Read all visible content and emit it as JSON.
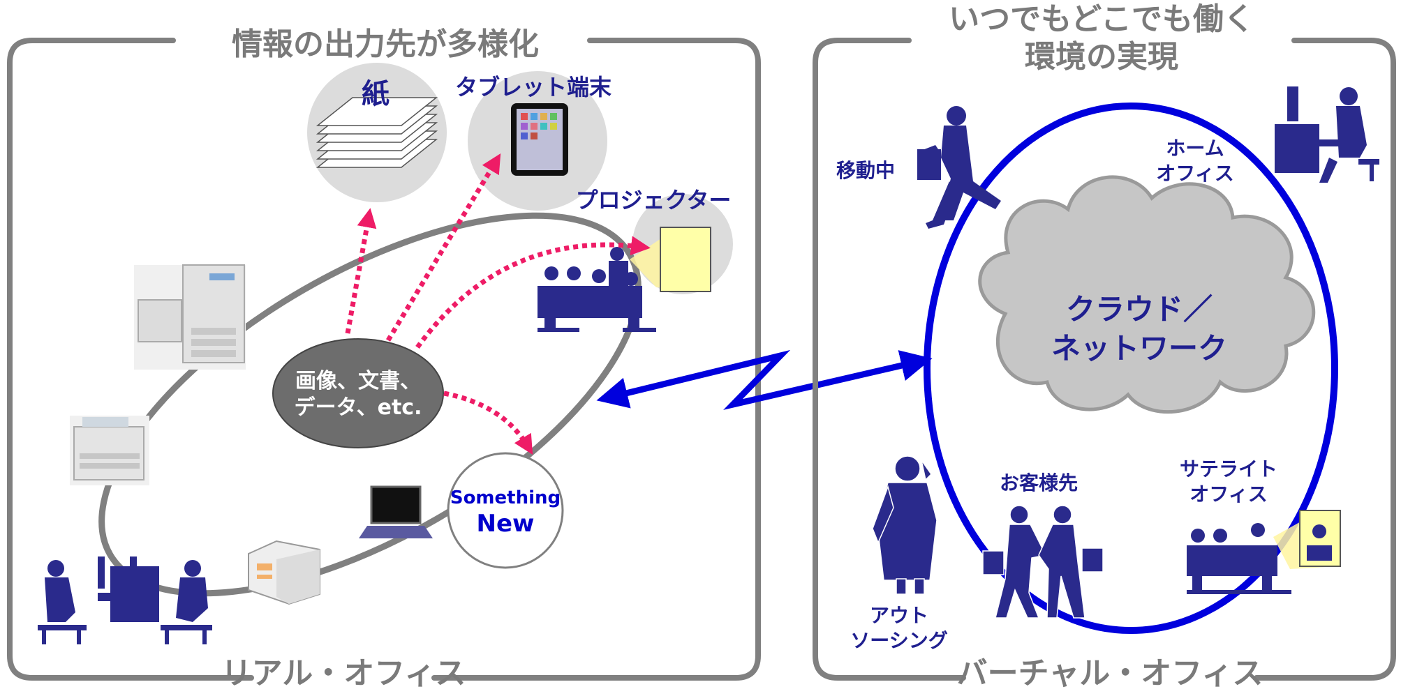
{
  "left_panel": {
    "heading": "情報の出力先が多様化",
    "footer": "リアル・オフィス",
    "outputs": {
      "paper": "紙",
      "tablet": "タブレット端末",
      "projector": "プロジェクター",
      "something_line1": "Something",
      "something_line2": "New"
    },
    "hub_line1": "画像、文書、",
    "hub_line2": "データ、etc."
  },
  "right_panel": {
    "heading_line1": "いつでもどこでも働く",
    "heading_line2": "環境の実現",
    "footer": "バーチャル・オフィス",
    "cloud_line1": "クラウド／",
    "cloud_line2": "ネットワーク",
    "locations": {
      "moving": "移動中",
      "home_line1": "ホーム",
      "home_line2": "オフィス",
      "client": "お客様先",
      "satellite_line1": "サテライト",
      "satellite_line2": "オフィス",
      "outsourcing_line1": "アウト",
      "outsourcing_line2": "ソーシング"
    }
  },
  "colors": {
    "panel_border": "#808080",
    "accent_blue": "#0000dd",
    "navy_text": "#1f1f8f",
    "silhouette": "#2a2a8c",
    "dotted_arrow": "#ee1c66",
    "hub_fill": "#6d6d6d",
    "cloud_fill": "#c6c6c6",
    "circle_fill": "#dcdcdc",
    "projector_screen": "#ffffa8"
  }
}
